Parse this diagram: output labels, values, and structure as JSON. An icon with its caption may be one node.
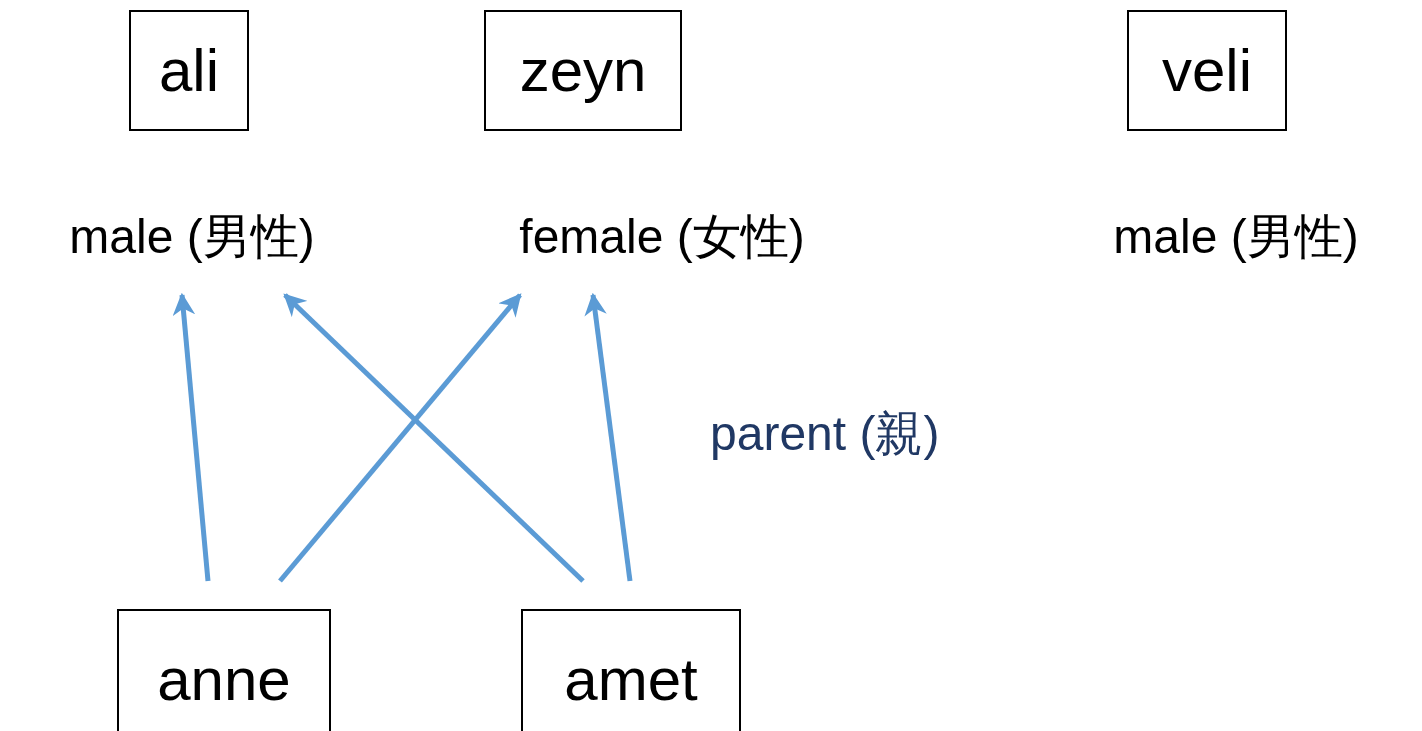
{
  "diagram": {
    "nodes": [
      {
        "text": [
          "ali"
        ]
      },
      {
        "text": [
          "zeyn"
        ]
      },
      {
        "text": [
          "veli"
        ]
      },
      {
        "text": [
          "male (男性)"
        ]
      },
      {
        "text": [
          "female (女性)"
        ]
      },
      {
        "text": [
          "male (男性)"
        ]
      },
      {
        "text": [
          "anne"
        ]
      },
      {
        "text": [
          "amet"
        ]
      }
    ],
    "edges": [
      {
        "from": 6,
        "to": 3,
        "arrow": "to"
      },
      {
        "from": 6,
        "to": 4,
        "arrow": "to"
      },
      {
        "from": 7,
        "to": 3,
        "arrow": "to"
      },
      {
        "from": 7,
        "to": 4,
        "arrow": "to"
      }
    ],
    "labels": [
      "parent (親)"
    ]
  }
}
